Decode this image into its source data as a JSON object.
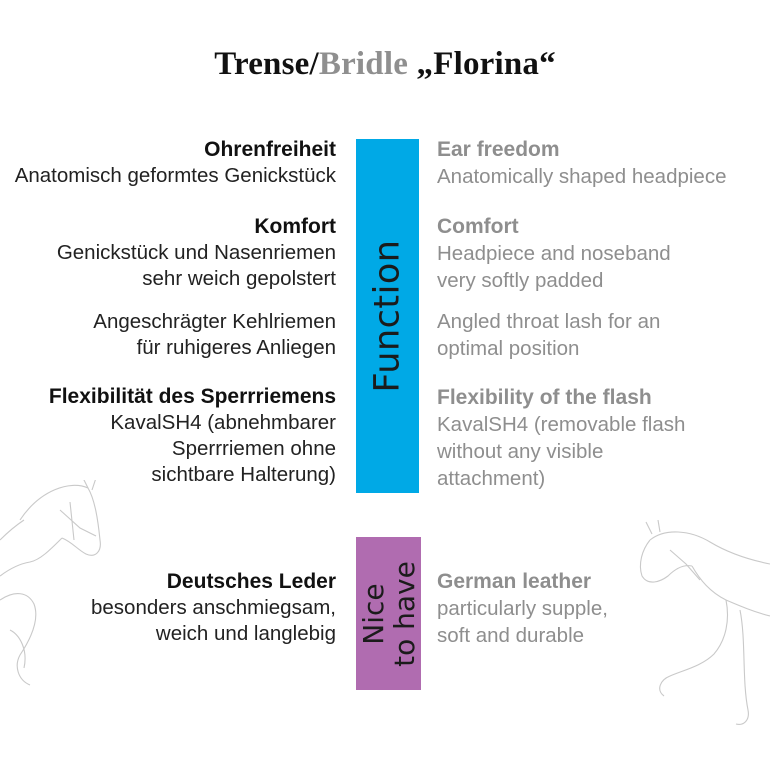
{
  "title": {
    "part1": "Trense/",
    "part2": "Bridle",
    "part3": " „Florina“"
  },
  "bars": {
    "function": "Function",
    "nice_line1": "Nice",
    "nice_line2": "to have"
  },
  "german": [
    {
      "heading": "Ohrenfreiheit",
      "lines": [
        "Anatomisch geformtes Genickstück"
      ]
    },
    {
      "heading": "Komfort",
      "lines": [
        "Genickstück und Nasenriemen",
        "sehr weich gepolstert"
      ]
    },
    {
      "heading": "",
      "lines": [
        "Angeschrägter Kehlriemen",
        "für ruhigeres Anliegen"
      ]
    },
    {
      "heading": "Flexibilität des Sperrriemens",
      "lines": [
        "KavalSH4 (abnehmbarer",
        "Sperrriemen ohne",
        "sichtbare Halterung)"
      ]
    },
    {
      "heading": "Deutsches Leder",
      "lines": [
        "besonders anschmiegsam,",
        "weich und langlebig"
      ]
    }
  ],
  "english": [
    {
      "heading": "Ear freedom",
      "lines": [
        "Anatomically shaped headpiece"
      ]
    },
    {
      "heading": "Comfort",
      "lines": [
        "Headpiece and noseband",
        "very softly padded"
      ]
    },
    {
      "heading": "",
      "lines": [
        "Angled throat lash for an",
        "optimal position"
      ]
    },
    {
      "heading": "Flexibility of the flash",
      "lines": [
        "KavalSH4 (removable flash",
        "without any visible",
        "attachment)"
      ]
    },
    {
      "heading": "German leather",
      "lines": [
        "particularly supple,",
        "soft and durable"
      ]
    }
  ],
  "colors": {
    "function_bar": "#00a9e6",
    "nice_bar": "#b06cb0",
    "english_text": "#8e8e8e"
  }
}
